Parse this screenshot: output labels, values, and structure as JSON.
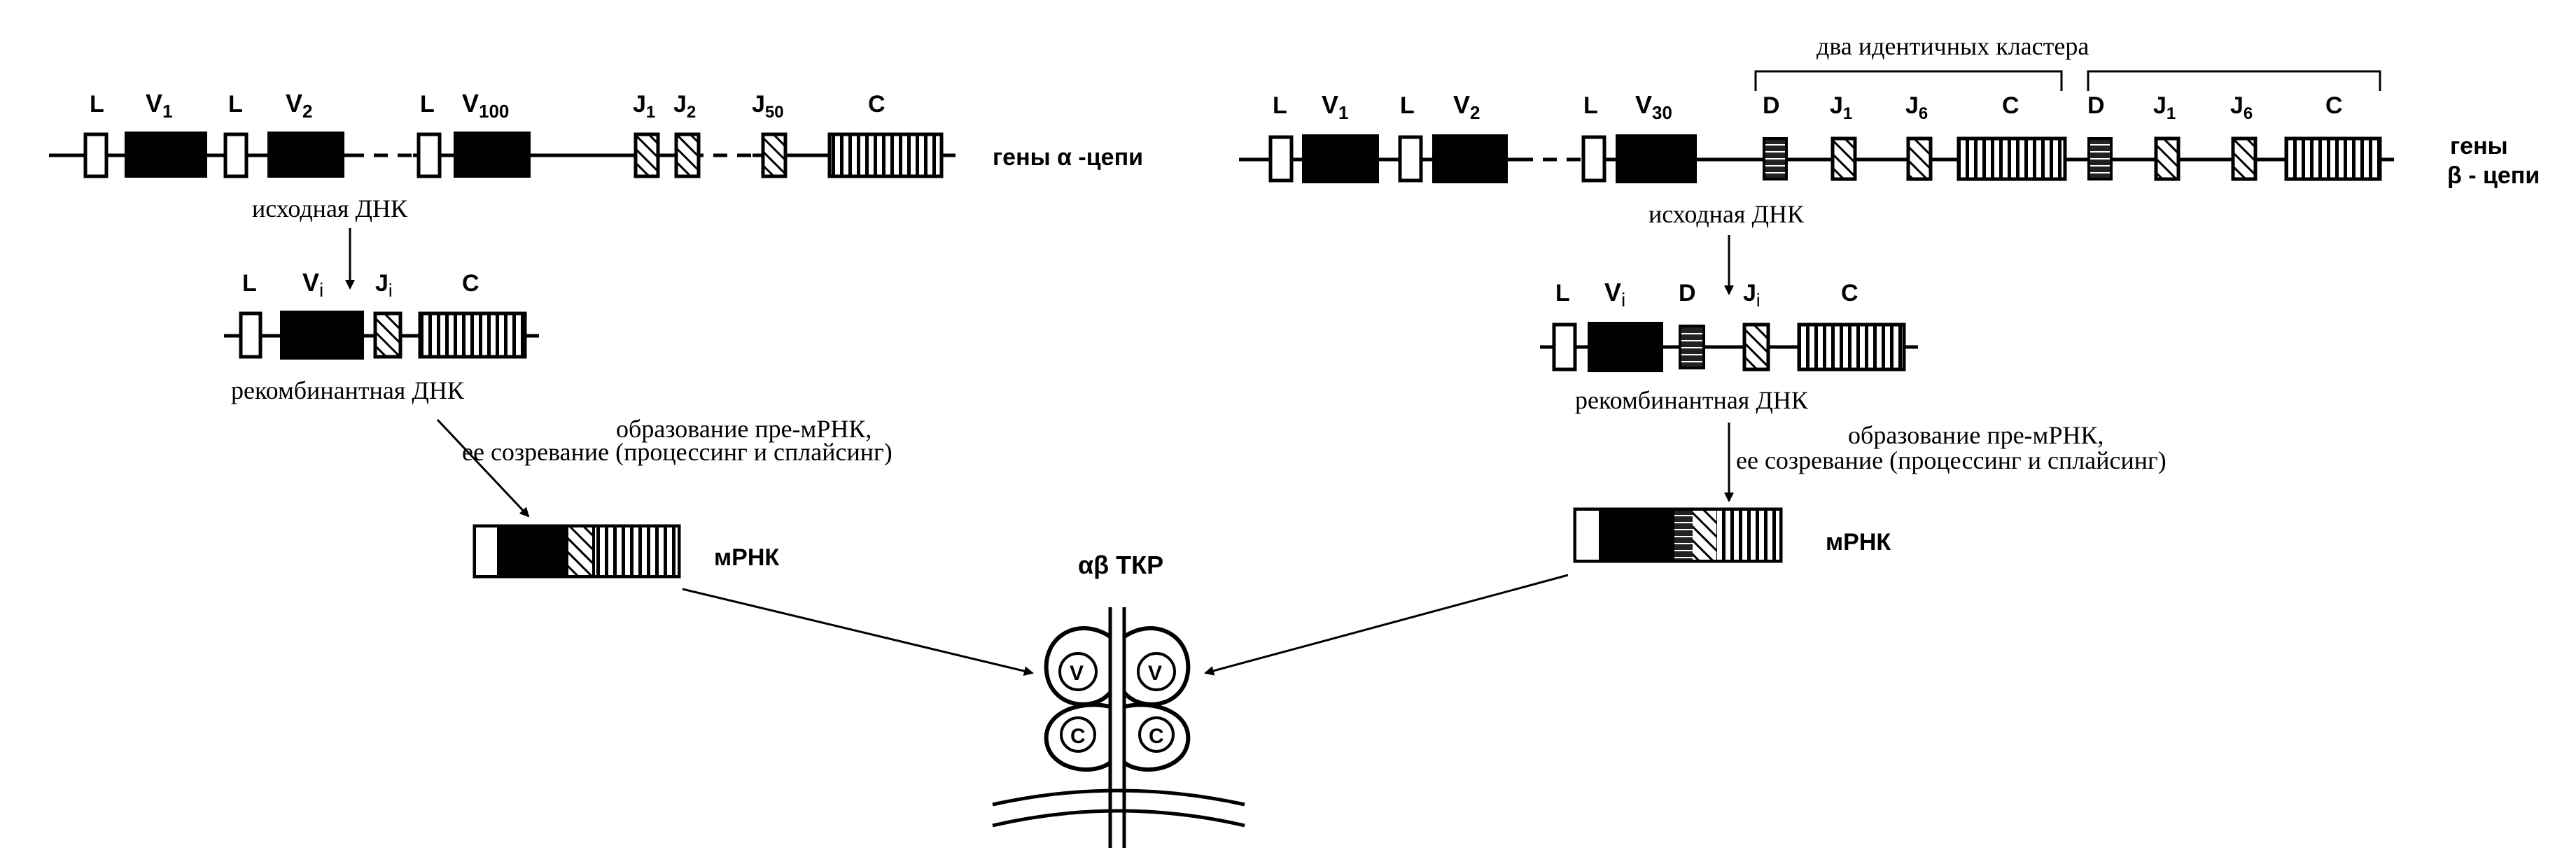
{
  "labels": {
    "L": "L",
    "V": "V",
    "D": "D",
    "J": "J",
    "C": "C",
    "sub_1": "1",
    "sub_2": "2",
    "sub_i": "i",
    "sub_6": "6",
    "sub_30": "30",
    "sub_50": "50",
    "sub_100": "100",
    "V_short": "V"
  },
  "alpha": {
    "genes": "гены α -цепи",
    "source_dna": "исходная ДНК",
    "recombinant_dna": "рекомбинантная ДНК",
    "processing_1": "образование пре-мРНК,",
    "processing_2": "ее созревание (процессинг и сплайсинг)",
    "mrna": "мРНК"
  },
  "beta": {
    "clusters": "два идентичных кластера",
    "genes_1": "гены",
    "genes_2": "β - цепи",
    "source_dna": "исходная ДНК",
    "recombinant_dna": "рекомбинантная ДНК",
    "processing_1": "образование пре-мРНК,",
    "processing_2": "ее созревание (процессинг и сплайсинг)",
    "mrna": "мРНК"
  },
  "tcr": {
    "title": "αβ ТКР"
  }
}
